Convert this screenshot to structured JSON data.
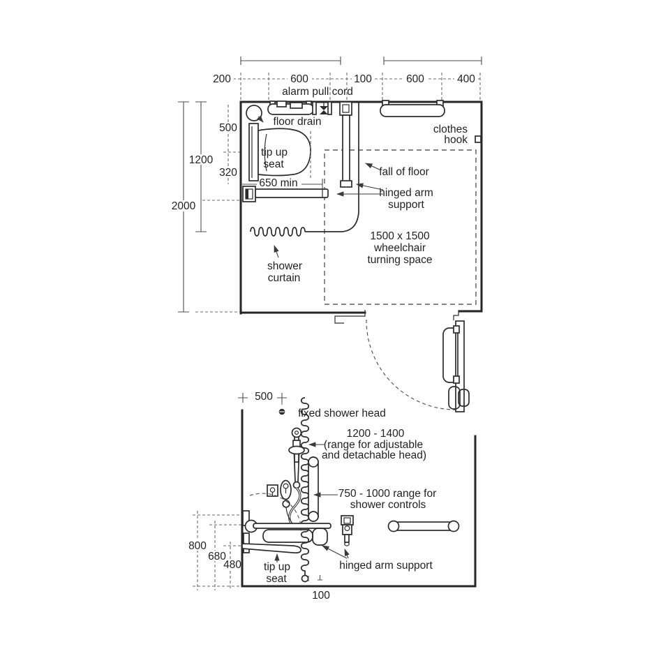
{
  "ink": "#231f20",
  "plan": {
    "top_dims": [
      "200",
      "600",
      "100",
      "600",
      "400"
    ],
    "left_dims": {
      "h500": "500",
      "h1200": "1200",
      "h320": "320",
      "h2000": "2000"
    },
    "labels": {
      "alarm": "alarm pull cord",
      "floor_drain": "floor drain",
      "clothes_line1": "clothes",
      "clothes_line2": "hook",
      "tip_up_line1": "tip up",
      "tip_up_line2": "seat",
      "seat_min": "650 min",
      "fall_of_floor": "fall of floor",
      "hinged_line1": "hinged arm",
      "hinged_line2": "support",
      "turning_line1": "1500 x 1500",
      "turning_line2": "wheelchair",
      "turning_line3": "turning space",
      "curtain_line1": "shower",
      "curtain_line2": "curtain"
    }
  },
  "elevation": {
    "dims": {
      "top500": "500",
      "h800": "800",
      "h680": "680",
      "h480": "480",
      "gap100": "100"
    },
    "labels": {
      "fixed_head": "fixed shower head",
      "head_range_line1": "1200 - 1400",
      "head_range_line2": "(range for adjustable",
      "head_range_line3": "and detachable head)",
      "controls_range_line1": "750 - 1000 range for",
      "controls_range_line2": "shower controls",
      "hinged": "hinged arm support",
      "tip_up_line1": "tip up",
      "tip_up_line2": "seat"
    }
  }
}
